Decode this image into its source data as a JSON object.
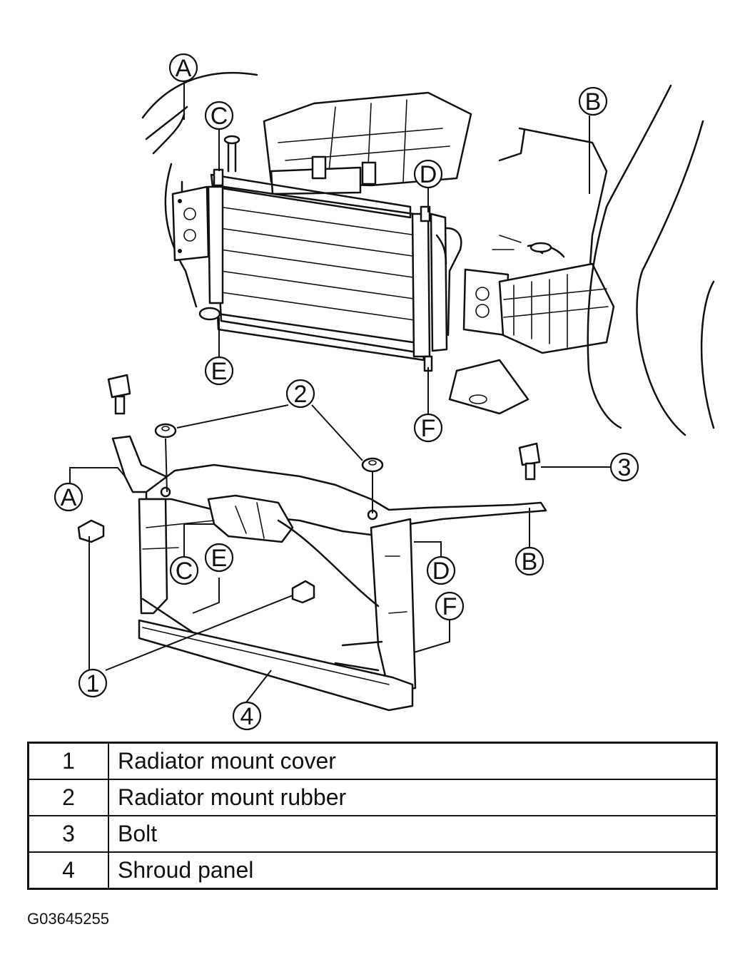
{
  "callouts": {
    "A": "A",
    "B": "B",
    "C": "C",
    "D": "D",
    "E": "E",
    "F": "F",
    "n1": "1",
    "n2": "2",
    "n3": "3",
    "n4": "4"
  },
  "legend": [
    {
      "num": "1",
      "desc": "Radiator mount cover"
    },
    {
      "num": "2",
      "desc": "Radiator mount rubber"
    },
    {
      "num": "3",
      "desc": "Bolt"
    },
    {
      "num": "4",
      "desc": "Shroud panel"
    }
  ],
  "figure_id": "G03645255"
}
